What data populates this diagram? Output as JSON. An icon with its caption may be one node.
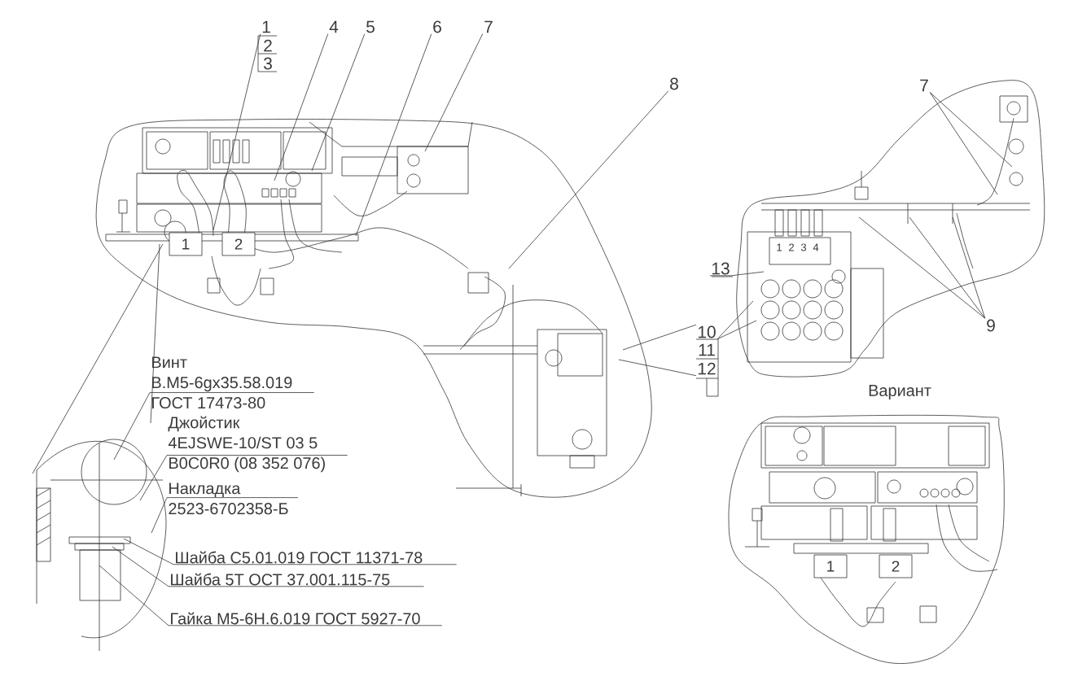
{
  "diagram": {
    "nodes": [
      {
        "text": [
          "1"
        ]
      },
      {
        "text": [
          "2"
        ]
      },
      {
        "text": [
          "3"
        ]
      },
      {
        "text": [
          "4"
        ]
      },
      {
        "text": [
          "5"
        ]
      },
      {
        "text": [
          "6"
        ]
      },
      {
        "text": [
          "7"
        ]
      },
      {
        "text": [
          "8"
        ]
      },
      {
        "text": [
          "7"
        ]
      },
      {
        "text": [
          "9"
        ]
      },
      {
        "text": [
          "13"
        ]
      },
      {
        "text": [
          "10"
        ]
      },
      {
        "text": [
          "11"
        ]
      },
      {
        "text": [
          "12"
        ]
      },
      {
        "text": [
          "Винт",
          "В.М5-6gx35.58.019",
          "ГОСТ 17473-80"
        ]
      },
      {
        "text": [
          "Джойстик",
          "4EJSWE-10/ST 03 5",
          "B0C0R0 (08 352 076)"
        ]
      },
      {
        "text": [
          "Накладка",
          "2523-6702358-Б"
        ]
      },
      {
        "text": [
          "Шайба С5.01.019 ГОСТ 11371-78"
        ]
      },
      {
        "text": [
          "Шайба 5Т ОСТ 37.001.115-75"
        ]
      },
      {
        "text": [
          "Гайка М5-6Н.6.019 ГОСТ 5927-70"
        ]
      }
    ],
    "edges": [
      {
        "from": 0,
        "to": null,
        "arrow": "none"
      },
      {
        "from": 3,
        "to": null,
        "arrow": "none"
      },
      {
        "from": 4,
        "to": null,
        "arrow": "none"
      },
      {
        "from": 5,
        "to": null,
        "arrow": "none"
      },
      {
        "from": 6,
        "to": null,
        "arrow": "none"
      },
      {
        "from": 7,
        "to": null,
        "arrow": "none"
      },
      {
        "from": 8,
        "to": null,
        "arrow": "none"
      },
      {
        "from": 8,
        "to": null,
        "arrow": "none"
      },
      {
        "from": 9,
        "to": null,
        "arrow": "none"
      },
      {
        "from": 9,
        "to": null,
        "arrow": "none"
      },
      {
        "from": 9,
        "to": null,
        "arrow": "none"
      },
      {
        "from": 10,
        "to": null,
        "arrow": "none"
      },
      {
        "from": 11,
        "to": null,
        "arrow": "none"
      },
      {
        "from": 11,
        "to": null,
        "arrow": "none"
      },
      {
        "from": 11,
        "to": null,
        "arrow": "none"
      },
      {
        "from": 13,
        "to": null,
        "arrow": "none"
      },
      {
        "from": 14,
        "to": null,
        "arrow": "none"
      },
      {
        "from": 15,
        "to": null,
        "arrow": "none"
      },
      {
        "from": 16,
        "to": null,
        "arrow": "none"
      },
      {
        "from": 17,
        "to": null,
        "arrow": "none"
      },
      {
        "from": 18,
        "to": null,
        "arrow": "none"
      },
      {
        "from": 19,
        "to": null,
        "arrow": "none"
      }
    ],
    "labels": [
      "1",
      "2",
      "1",
      "2",
      "3",
      "4",
      "Вариант",
      "1",
      "2"
    ]
  }
}
